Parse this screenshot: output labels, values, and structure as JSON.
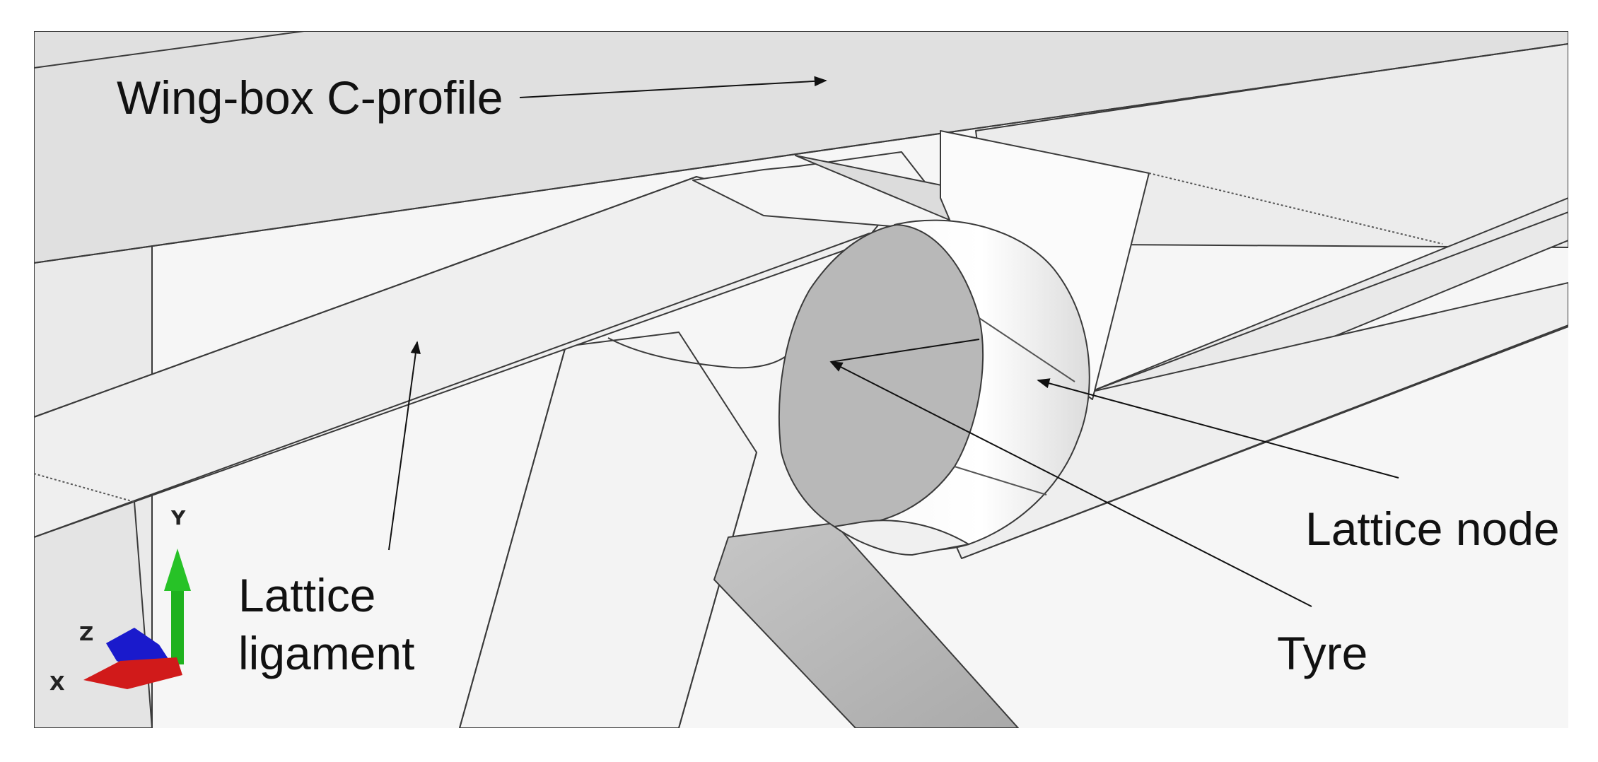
{
  "labels": {
    "wing_box": "Wing-box C-profile",
    "lattice_ligament_line1": "Lattice",
    "lattice_ligament_line2": "ligament",
    "lattice_node": "Lattice node",
    "tyre": "Tyre"
  },
  "triad": {
    "x": "X",
    "y": "Y",
    "z": "Z"
  },
  "colors": {
    "background": "#ffffff",
    "viewport": "#f4f4f4",
    "wing_box": "#e0e0e0",
    "ligament": "#efefef",
    "tyre_face": "#b8b8b8",
    "tyre_band": "#fafafa",
    "edge": "#333333",
    "axis_x": "#d11a1a",
    "axis_y": "#1eb21e",
    "axis_z": "#1a1acc"
  }
}
